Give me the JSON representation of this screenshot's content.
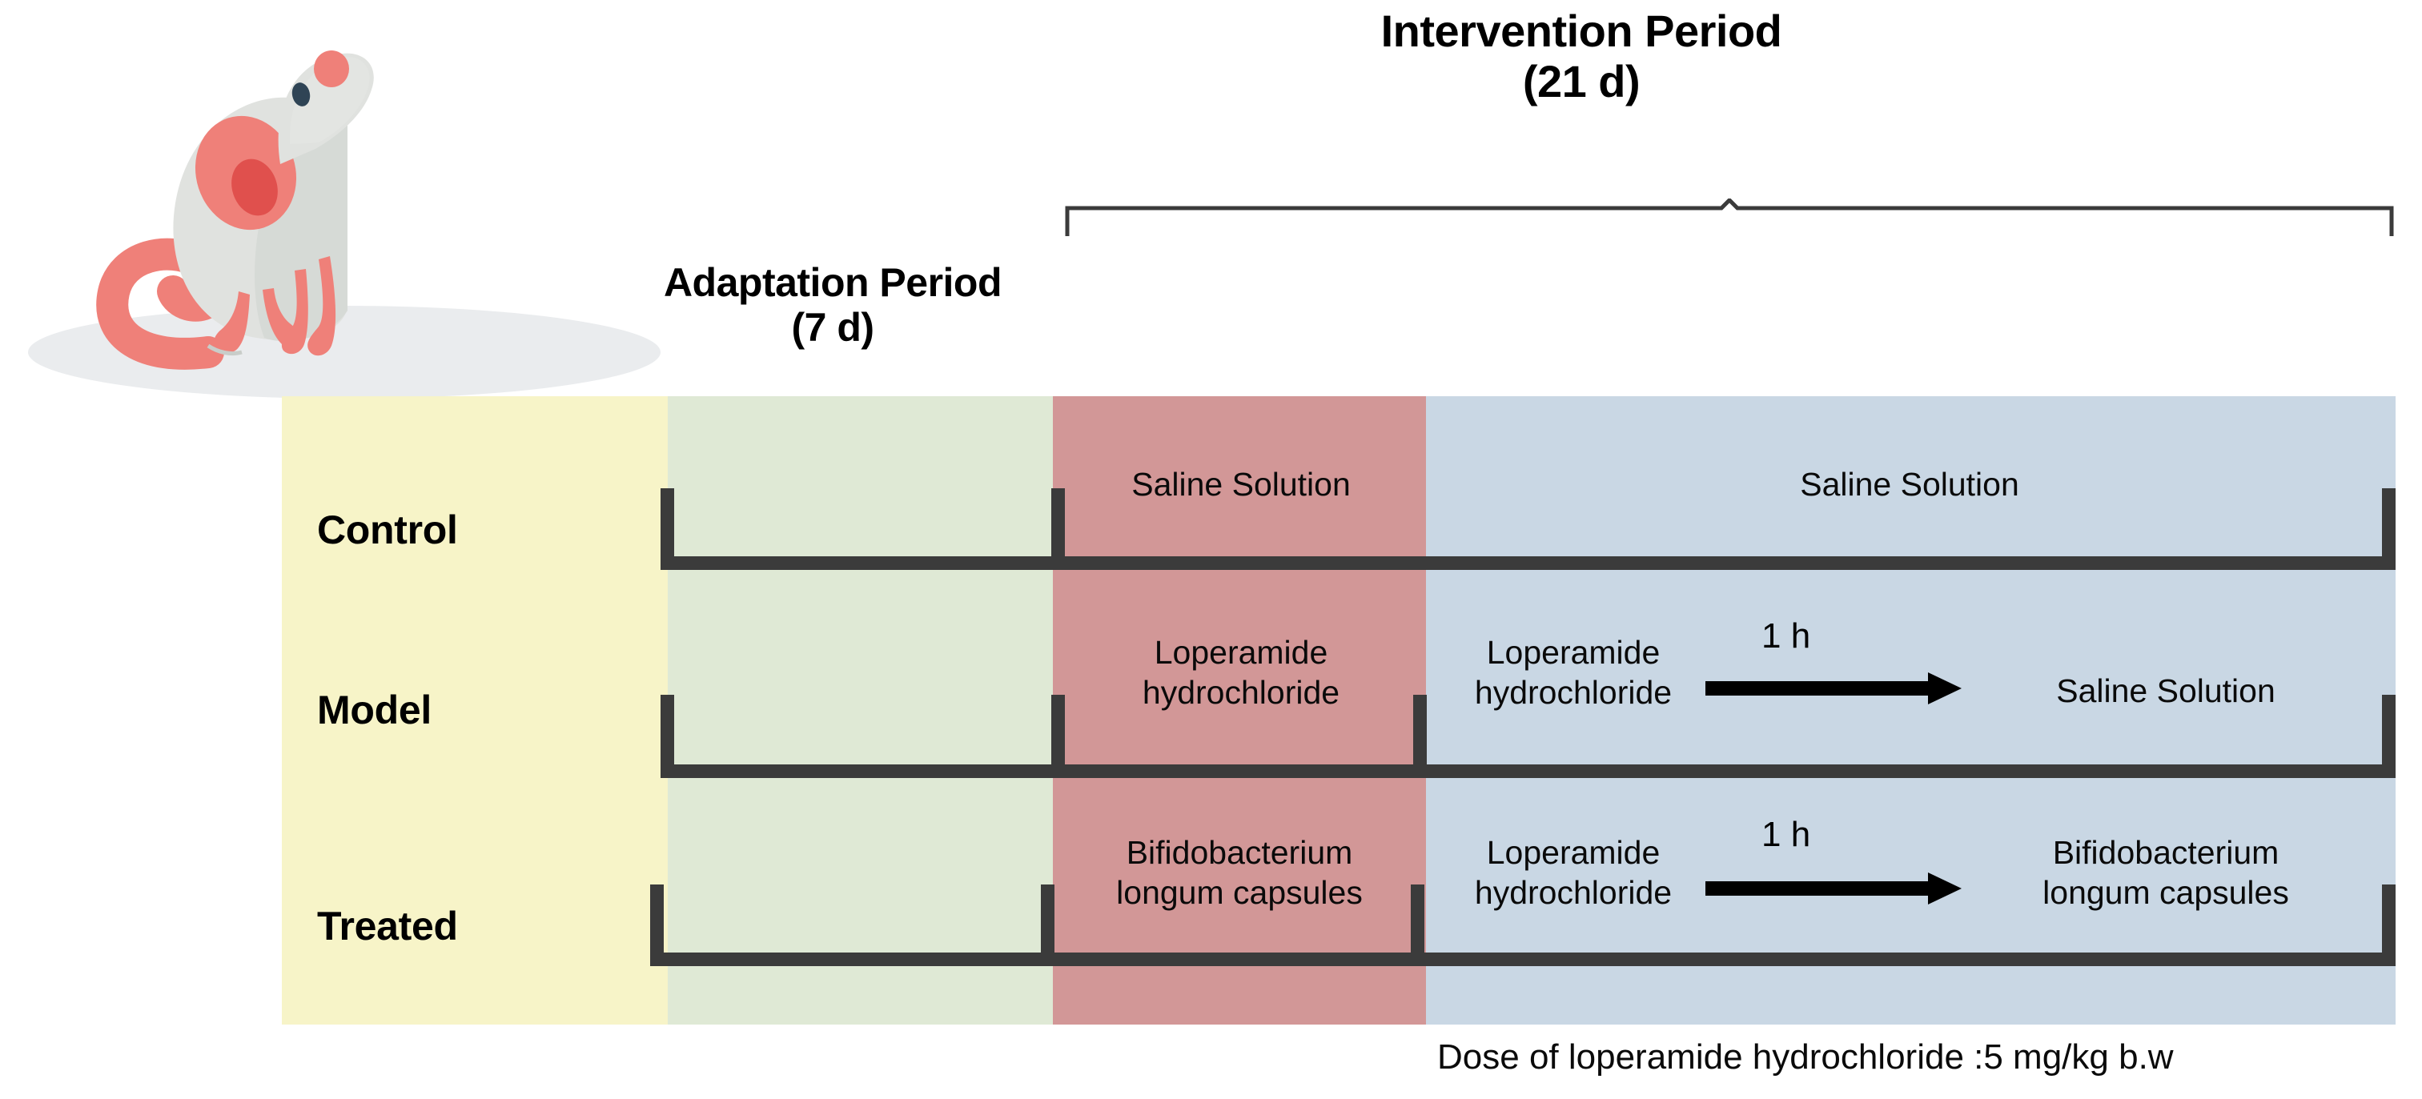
{
  "periods": {
    "intervention": {
      "title": "Intervention Period",
      "duration": "(21 d)"
    },
    "adaptation": {
      "title": "Adaptation Period",
      "duration": "(7 d)"
    }
  },
  "colors": {
    "adaptation_yellow": "#f7f4c8",
    "adaptation_green": "#dfe9d5",
    "modeling_red": "#d29797",
    "intervention_blue": "#c9d7e4",
    "timeline": "#3b3b3b",
    "text": "#0a0a0a",
    "rat_body": "#e0e2df",
    "rat_accent": "#ef8079"
  },
  "rows": [
    {
      "label": "Control",
      "modeling_treatment": "Saline Solution",
      "intervention_first": "Saline Solution",
      "intervention_interval": "",
      "intervention_second": "",
      "has_arrow": false
    },
    {
      "label": "Model",
      "modeling_treatment": "Loperamide\nhydrochloride",
      "intervention_first": "Loperamide\nhydrochloride",
      "intervention_interval": "1 h",
      "intervention_second": "Saline Solution",
      "has_arrow": true
    },
    {
      "label": "Treated",
      "modeling_treatment": "Bifidobacterium\nlongum capsules",
      "intervention_first": "Loperamide\nhydrochloride",
      "intervention_interval": "1 h",
      "intervention_second": "Bifidobacterium\nlongum capsules",
      "has_arrow": true
    }
  ],
  "footnote": "Dose of loperamide hydrochloride :5 mg/kg b.w",
  "cell_text": {
    "control_modeling": "Saline Solution",
    "control_intervention": "Saline Solution",
    "model_modeling_l1": "Loperamide",
    "model_modeling_l2": "hydrochloride",
    "model_interv_l1": "Loperamide",
    "model_interv_l2": "hydrochloride",
    "model_interv_hour": "1 h",
    "model_interv_result": "Saline Solution",
    "treated_modeling_l1": "Bifidobacterium",
    "treated_modeling_l2": "longum capsules",
    "treated_interv_l1": "Loperamide",
    "treated_interv_l2": "hydrochloride",
    "treated_interv_hour": "1 h",
    "treated_interv_result_l1": "Bifidobacterium",
    "treated_interv_result_l2": "longum capsules"
  }
}
